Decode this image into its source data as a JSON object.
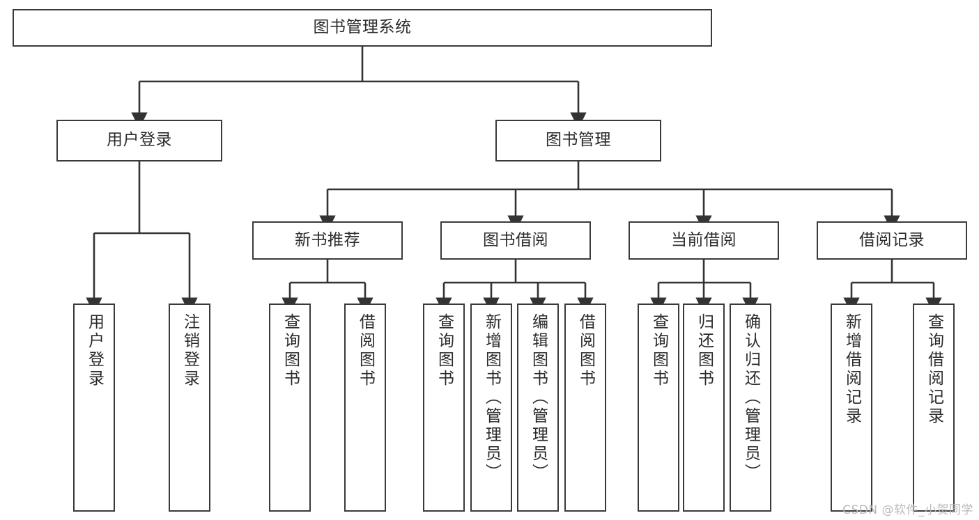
{
  "diagram": {
    "title": "图书管理系统",
    "type": "tree-hierarchy",
    "orientation": "top-down",
    "colors": {
      "box_border": "#3a3a3a",
      "box_fill": "#ffffff",
      "connector": "#333333",
      "text": "#2b2b2b",
      "watermark": "#b9b9b9",
      "background": "#ffffff"
    }
  },
  "root": {
    "label": "图书管理系统"
  },
  "level1": [
    {
      "label": "用户登录"
    },
    {
      "label": "图书管理"
    }
  ],
  "level2": [
    {
      "label": "新书推荐"
    },
    {
      "label": "图书借阅"
    },
    {
      "label": "当前借阅"
    },
    {
      "label": "借阅记录"
    }
  ],
  "leaves": {
    "user_login": [
      {
        "label": "用户登录"
      },
      {
        "label": "注销登录"
      }
    ],
    "new_book_recommend": [
      {
        "label": "查询图书"
      },
      {
        "label": "借阅图书"
      }
    ],
    "book_borrow": [
      {
        "label": "查询图书"
      },
      {
        "label": "新增图书（管理员）"
      },
      {
        "label": "编辑图书（管理员）"
      },
      {
        "label": "借阅图书"
      }
    ],
    "current_borrow": [
      {
        "label": "查询图书"
      },
      {
        "label": "归还图书"
      },
      {
        "label": "确认归还（管理员）"
      }
    ],
    "borrow_record": [
      {
        "label": "新增借阅记录"
      },
      {
        "label": "查询借阅记录"
      }
    ]
  },
  "watermark": {
    "text": "CSDN @软件_小贺同学"
  }
}
